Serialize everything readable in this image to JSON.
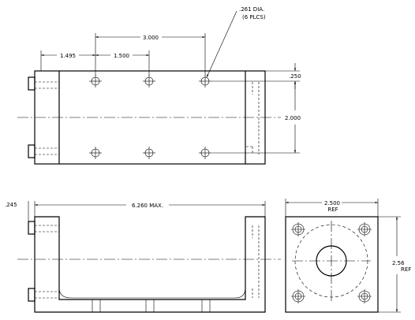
{
  "callout": {
    "hole_dia": ".261 DIA.",
    "hole_qty": "(6 PLCS)"
  },
  "dimensions": {
    "top_spacing": "3.000",
    "left_offset": "1.495",
    "hole_pitch": "1.500",
    "edge_offset": ".250",
    "hole_row_spacing": "2.000",
    "lip_height": ".245",
    "overall_length": "6.260 MAX.",
    "end_width": "2.500",
    "end_width_ref": "REF",
    "end_height": "2.56",
    "end_height_ref": "REF"
  }
}
